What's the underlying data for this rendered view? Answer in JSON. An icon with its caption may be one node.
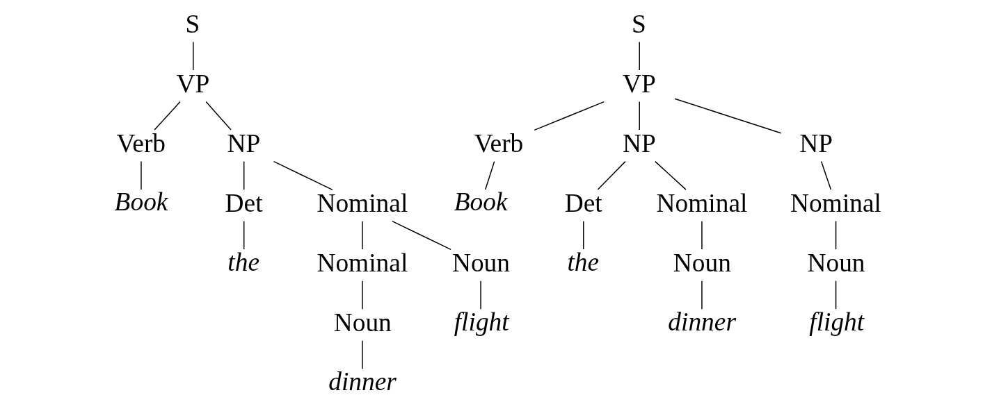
{
  "diagram": {
    "nodes": [
      {
        "text": [
          "S"
        ]
      },
      {
        "text": [
          "VP"
        ]
      },
      {
        "text": [
          "Verb"
        ]
      },
      {
        "text": [
          "NP"
        ]
      },
      {
        "text": [
          "Book"
        ]
      },
      {
        "text": [
          "Det"
        ]
      },
      {
        "text": [
          "Nominal"
        ]
      },
      {
        "text": [
          "the"
        ]
      },
      {
        "text": [
          "Nominal"
        ]
      },
      {
        "text": [
          "Noun"
        ]
      },
      {
        "text": [
          "Noun"
        ]
      },
      {
        "text": [
          "flight"
        ]
      },
      {
        "text": [
          "dinner"
        ]
      },
      {
        "text": [
          "S"
        ]
      },
      {
        "text": [
          "VP"
        ]
      },
      {
        "text": [
          "Verb"
        ]
      },
      {
        "text": [
          "NP"
        ]
      },
      {
        "text": [
          "NP"
        ]
      },
      {
        "text": [
          "Book"
        ]
      },
      {
        "text": [
          "Det"
        ]
      },
      {
        "text": [
          "Nominal"
        ]
      },
      {
        "text": [
          "Nominal"
        ]
      },
      {
        "text": [
          "the"
        ]
      },
      {
        "text": [
          "Noun"
        ]
      },
      {
        "text": [
          "Noun"
        ]
      },
      {
        "text": [
          "dinner"
        ]
      },
      {
        "text": [
          "flight"
        ]
      }
    ],
    "edges": [
      {
        "from": 0,
        "to": 1,
        "arrow": "none"
      },
      {
        "from": 1,
        "to": 2,
        "arrow": "none"
      },
      {
        "from": 1,
        "to": 3,
        "arrow": "none"
      },
      {
        "from": 2,
        "to": 4,
        "arrow": "none"
      },
      {
        "from": 3,
        "to": 5,
        "arrow": "none"
      },
      {
        "from": 3,
        "to": 6,
        "arrow": "none"
      },
      {
        "from": 5,
        "to": 7,
        "arrow": "none"
      },
      {
        "from": 6,
        "to": 8,
        "arrow": "none"
      },
      {
        "from": 6,
        "to": 9,
        "arrow": "none"
      },
      {
        "from": 8,
        "to": 10,
        "arrow": "none"
      },
      {
        "from": 9,
        "to": 11,
        "arrow": "none"
      },
      {
        "from": 10,
        "to": 12,
        "arrow": "none"
      },
      {
        "from": 13,
        "to": 14,
        "arrow": "none"
      },
      {
        "from": 14,
        "to": 15,
        "arrow": "none"
      },
      {
        "from": 14,
        "to": 16,
        "arrow": "none"
      },
      {
        "from": 14,
        "to": 17,
        "arrow": "none"
      },
      {
        "from": 15,
        "to": 18,
        "arrow": "none"
      },
      {
        "from": 16,
        "to": 19,
        "arrow": "none"
      },
      {
        "from": 16,
        "to": 20,
        "arrow": "none"
      },
      {
        "from": 17,
        "to": 21,
        "arrow": "none"
      },
      {
        "from": 19,
        "to": 22,
        "arrow": "none"
      },
      {
        "from": 20,
        "to": 23,
        "arrow": "none"
      },
      {
        "from": 21,
        "to": 24,
        "arrow": "none"
      },
      {
        "from": 23,
        "to": 25,
        "arrow": "none"
      },
      {
        "from": 24,
        "to": 26,
        "arrow": "none"
      }
    ]
  }
}
